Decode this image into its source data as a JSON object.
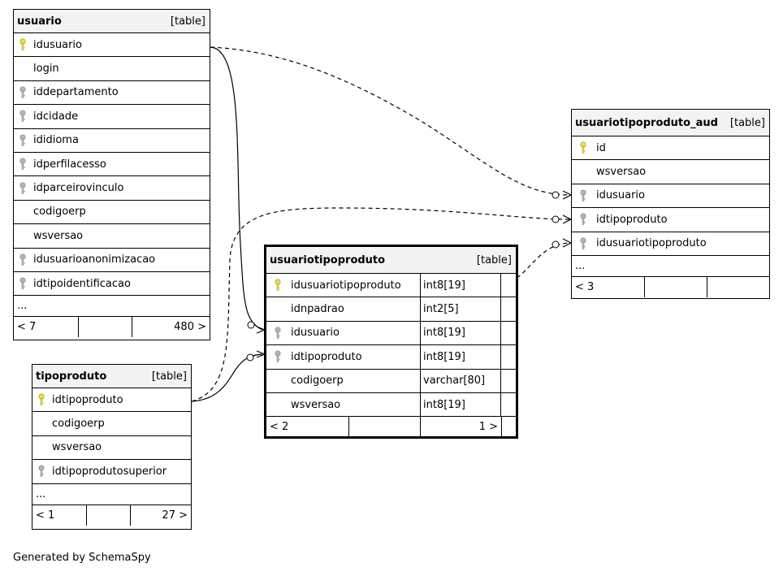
{
  "tables": {
    "usuario": {
      "name": "usuario",
      "type": "[table]",
      "columns": [
        {
          "name": "idusuario",
          "icon": "primary-key-icon"
        },
        {
          "name": "login",
          "icon": ""
        },
        {
          "name": "iddepartamento",
          "icon": "foreign-key-icon"
        },
        {
          "name": "idcidade",
          "icon": "foreign-key-icon"
        },
        {
          "name": "ididioma",
          "icon": "foreign-key-icon"
        },
        {
          "name": "idperfilacesso",
          "icon": "foreign-key-icon"
        },
        {
          "name": "idparceirovinculo",
          "icon": "foreign-key-icon"
        },
        {
          "name": "codigoerp",
          "icon": ""
        },
        {
          "name": "wsversao",
          "icon": ""
        },
        {
          "name": "idusuarioanonimizacao",
          "icon": "foreign-key-icon"
        },
        {
          "name": "idtipoidentificacao",
          "icon": "foreign-key-icon"
        }
      ],
      "more": "...",
      "footer": {
        "parents": "< 7",
        "middle": "",
        "children": "480 >"
      }
    },
    "tipoproduto": {
      "name": "tipoproduto",
      "type": "[table]",
      "columns": [
        {
          "name": "idtipoproduto",
          "icon": "primary-key-icon"
        },
        {
          "name": "codigoerp",
          "icon": ""
        },
        {
          "name": "wsversao",
          "icon": ""
        },
        {
          "name": "idtipoprodutosuperior",
          "icon": "foreign-key-icon"
        }
      ],
      "more": "...",
      "footer": {
        "parents": "< 1",
        "middle": "",
        "children": "27 >"
      }
    },
    "usuariotipoproduto": {
      "name": "usuariotipoproduto",
      "type": "[table]",
      "columns": [
        {
          "name": "idusuariotipoproduto",
          "icon": "primary-key-icon",
          "dtype": "int8[19]"
        },
        {
          "name": "idnpadrao",
          "icon": "",
          "dtype": "int2[5]"
        },
        {
          "name": "idusuario",
          "icon": "foreign-key-icon",
          "dtype": "int8[19]"
        },
        {
          "name": "idtipoproduto",
          "icon": "foreign-key-icon",
          "dtype": "int8[19]"
        },
        {
          "name": "codigoerp",
          "icon": "",
          "dtype": "varchar[80]"
        },
        {
          "name": "wsversao",
          "icon": "",
          "dtype": "int8[19]"
        }
      ],
      "footer": {
        "parents": "< 2",
        "middle": "",
        "children": "1 >"
      }
    },
    "usuariotipoproduto_aud": {
      "name": "usuariotipoproduto_aud",
      "type": "[table]",
      "columns": [
        {
          "name": "id",
          "icon": "primary-key-icon"
        },
        {
          "name": "wsversao",
          "icon": ""
        },
        {
          "name": "idusuario",
          "icon": "foreign-key-icon"
        },
        {
          "name": "idtipoproduto",
          "icon": "foreign-key-icon"
        },
        {
          "name": "idusuariotipoproduto",
          "icon": "foreign-key-icon"
        }
      ],
      "more": "...",
      "footer": {
        "parents": "< 3",
        "middle": "",
        "children": ""
      }
    }
  },
  "colors": {
    "primary_key": "#f2e21c",
    "foreign_key": "#b4b4b4",
    "header_bg": "#f3f3f3"
  },
  "generated_by": "Generated by SchemaSpy"
}
